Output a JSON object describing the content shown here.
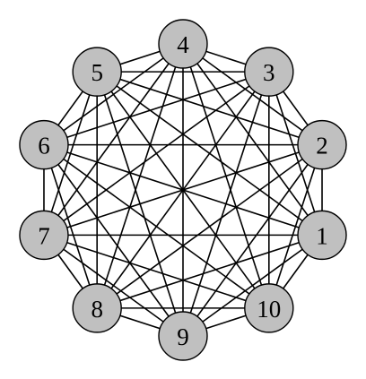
{
  "graph": {
    "type": "complete-graph",
    "nodes": [
      {
        "id": 1,
        "label": "1"
      },
      {
        "id": 2,
        "label": "2"
      },
      {
        "id": 3,
        "label": "3"
      },
      {
        "id": 4,
        "label": "4"
      },
      {
        "id": 5,
        "label": "5"
      },
      {
        "id": 6,
        "label": "6"
      },
      {
        "id": 7,
        "label": "7"
      },
      {
        "id": 8,
        "label": "8"
      },
      {
        "id": 9,
        "label": "9"
      },
      {
        "id": 10,
        "label": "10"
      }
    ],
    "edges": "all-pairs",
    "colors": {
      "node_fill": "#c0c0c0",
      "node_stroke": "#000000",
      "edge": "#000000",
      "label": "#000000",
      "background": "#ffffff"
    }
  }
}
